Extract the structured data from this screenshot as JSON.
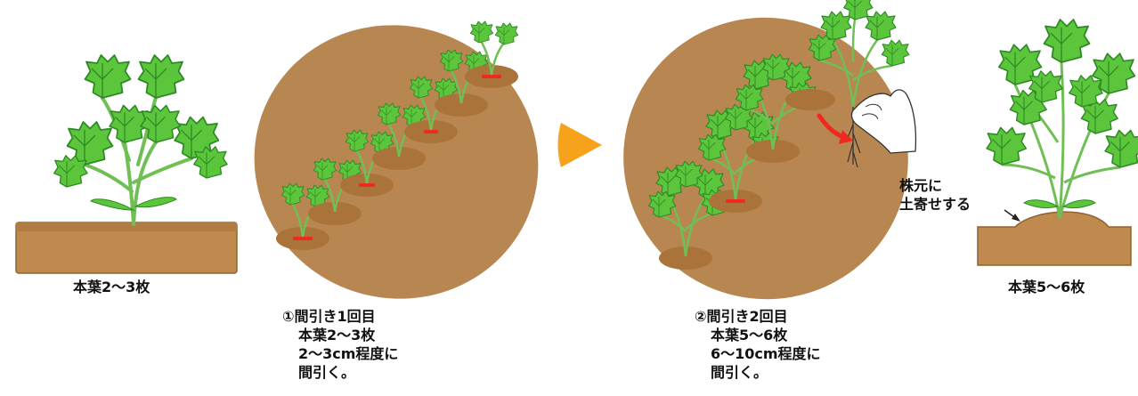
{
  "colors": {
    "soil": "#C08A4E",
    "soil_dark": "#A9763E",
    "oval": "#B88751",
    "hole": "#A9733A",
    "leaf": "#5BC53C",
    "leaf_edge": "#2E8A24",
    "stem": "#6FBF55",
    "red_mark": "#F0281E",
    "arrow_orange": "#F7A21B",
    "hand_skin": "#FFFFFF",
    "root": "#333333"
  },
  "icons": {
    "next_arrow": "triangle-right-icon",
    "pull_arrow": "curved-arrow-icon",
    "pointer_arrow": "pointer-arrow-icon"
  },
  "left_panel": {
    "caption": "本葉2〜3枚"
  },
  "step1": {
    "line1": "①間引き1回目",
    "line2": "本葉2〜3枚",
    "line3": "2〜3cm程度に",
    "line4": "間引く。"
  },
  "step2": {
    "line1": "②間引き2回目",
    "line2": "本葉5〜6枚",
    "line3": "6〜10cm程度に",
    "line4": "間引く。"
  },
  "right_panel": {
    "note_line1": "株元に",
    "note_line2": "土寄せする",
    "caption": "本葉5〜6枚"
  }
}
